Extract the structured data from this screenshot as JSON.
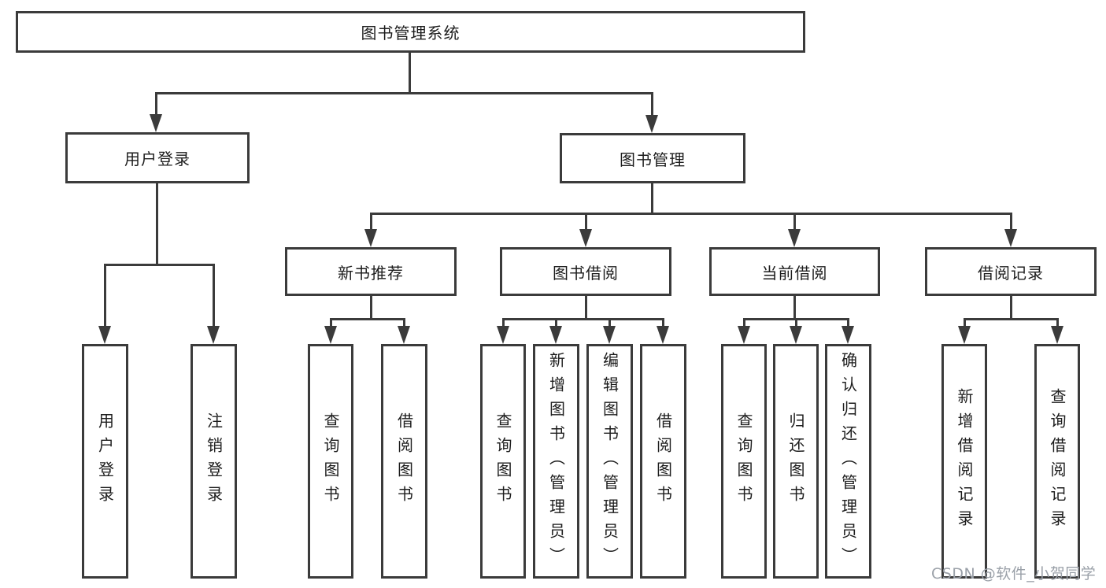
{
  "colors": {
    "line": "#3b3b3b",
    "box_border": "#3b3b3b",
    "box_fill": "#ffffff",
    "text": "#1d1d1d",
    "watermark": "#9aa0a8",
    "background": "#ffffff"
  },
  "watermark": "CSDN @软件_小贺同学",
  "tree": {
    "label": "图书管理系统",
    "children": [
      {
        "label": "用户登录",
        "children": [
          {
            "label": "用户登录"
          },
          {
            "label": "注销登录"
          }
        ]
      },
      {
        "label": "图书管理",
        "children": [
          {
            "label": "新书推荐",
            "children": [
              {
                "label": "查询图书"
              },
              {
                "label": "借阅图书"
              }
            ]
          },
          {
            "label": "图书借阅",
            "children": [
              {
                "label": "查询图书"
              },
              {
                "label": "新增图书（管理员）"
              },
              {
                "label": "编辑图书（管理员）"
              },
              {
                "label": "借阅图书"
              }
            ]
          },
          {
            "label": "当前借阅",
            "children": [
              {
                "label": "查询图书"
              },
              {
                "label": "归还图书"
              },
              {
                "label": "确认归还（管理员）"
              }
            ]
          },
          {
            "label": "借阅记录",
            "children": [
              {
                "label": "新增借阅记录"
              },
              {
                "label": "查询借阅记录"
              }
            ]
          }
        ]
      }
    ]
  }
}
